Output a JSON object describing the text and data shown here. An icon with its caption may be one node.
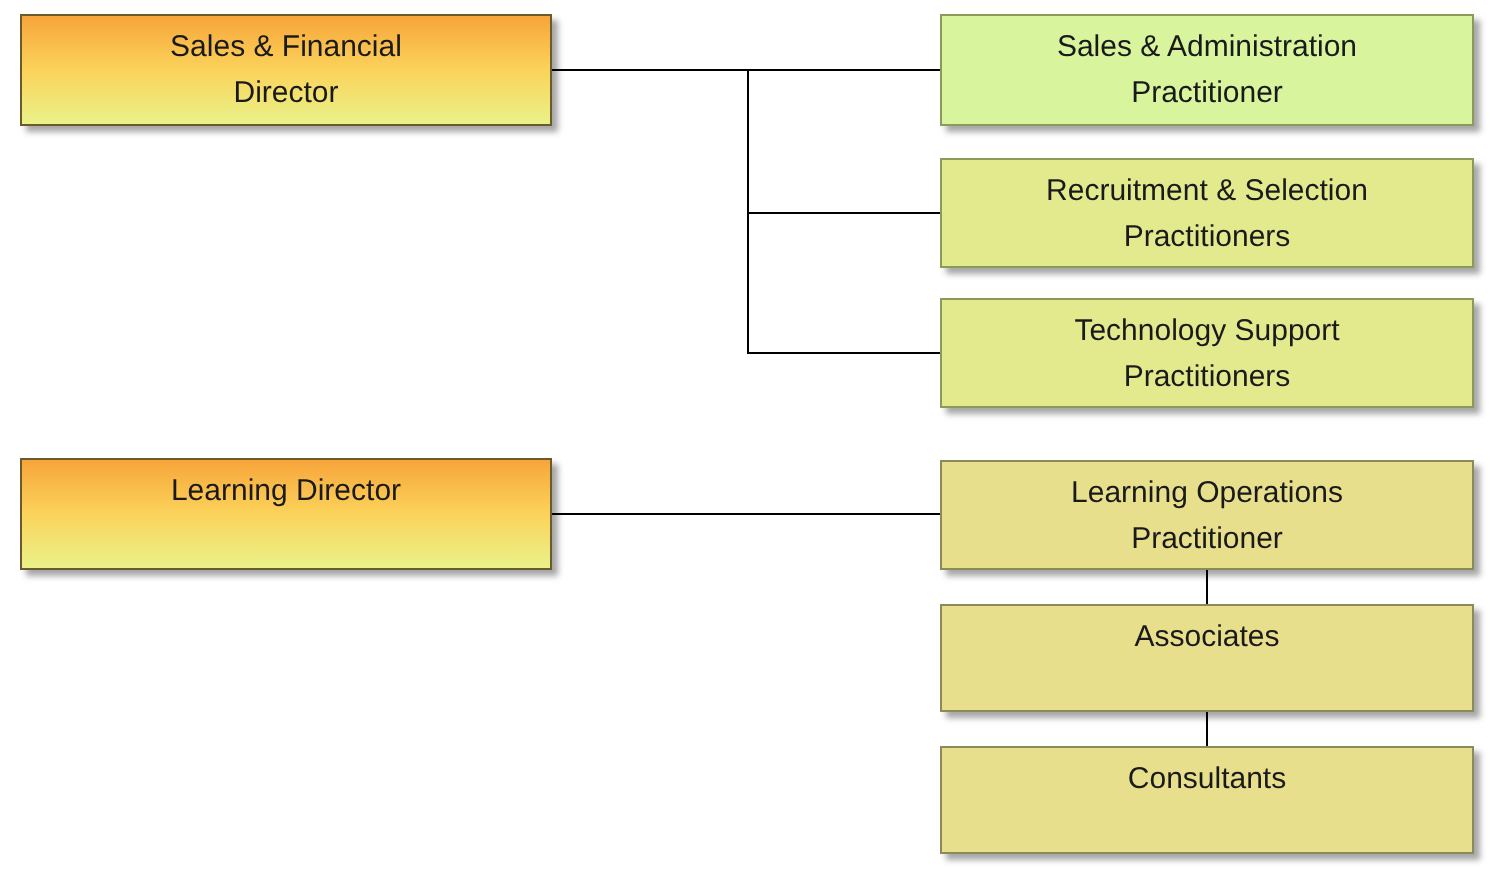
{
  "diagram": {
    "nodes": [
      {
        "text": [
          "Sales & Financial Director"
        ]
      },
      {
        "text": [
          "Sales & Administration Practitioner"
        ]
      },
      {
        "text": [
          "Recruitment & Selection Practitioners"
        ]
      },
      {
        "text": [
          "Technology Support Practitioners"
        ]
      },
      {
        "text": [
          "Learning Director"
        ]
      },
      {
        "text": [
          "Learning Operations Practitioner"
        ]
      },
      {
        "text": [
          "Associates"
        ]
      },
      {
        "text": [
          "Consultants"
        ]
      }
    ],
    "edges": [
      {
        "from": 0,
        "to": 1,
        "arrow": "none"
      },
      {
        "from": 0,
        "to": 2,
        "arrow": "none"
      },
      {
        "from": 0,
        "to": 3,
        "arrow": "none"
      },
      {
        "from": 4,
        "to": 5,
        "arrow": "none"
      },
      {
        "from": 5,
        "to": 6,
        "arrow": "none"
      },
      {
        "from": 6,
        "to": 7,
        "arrow": "none"
      }
    ]
  }
}
